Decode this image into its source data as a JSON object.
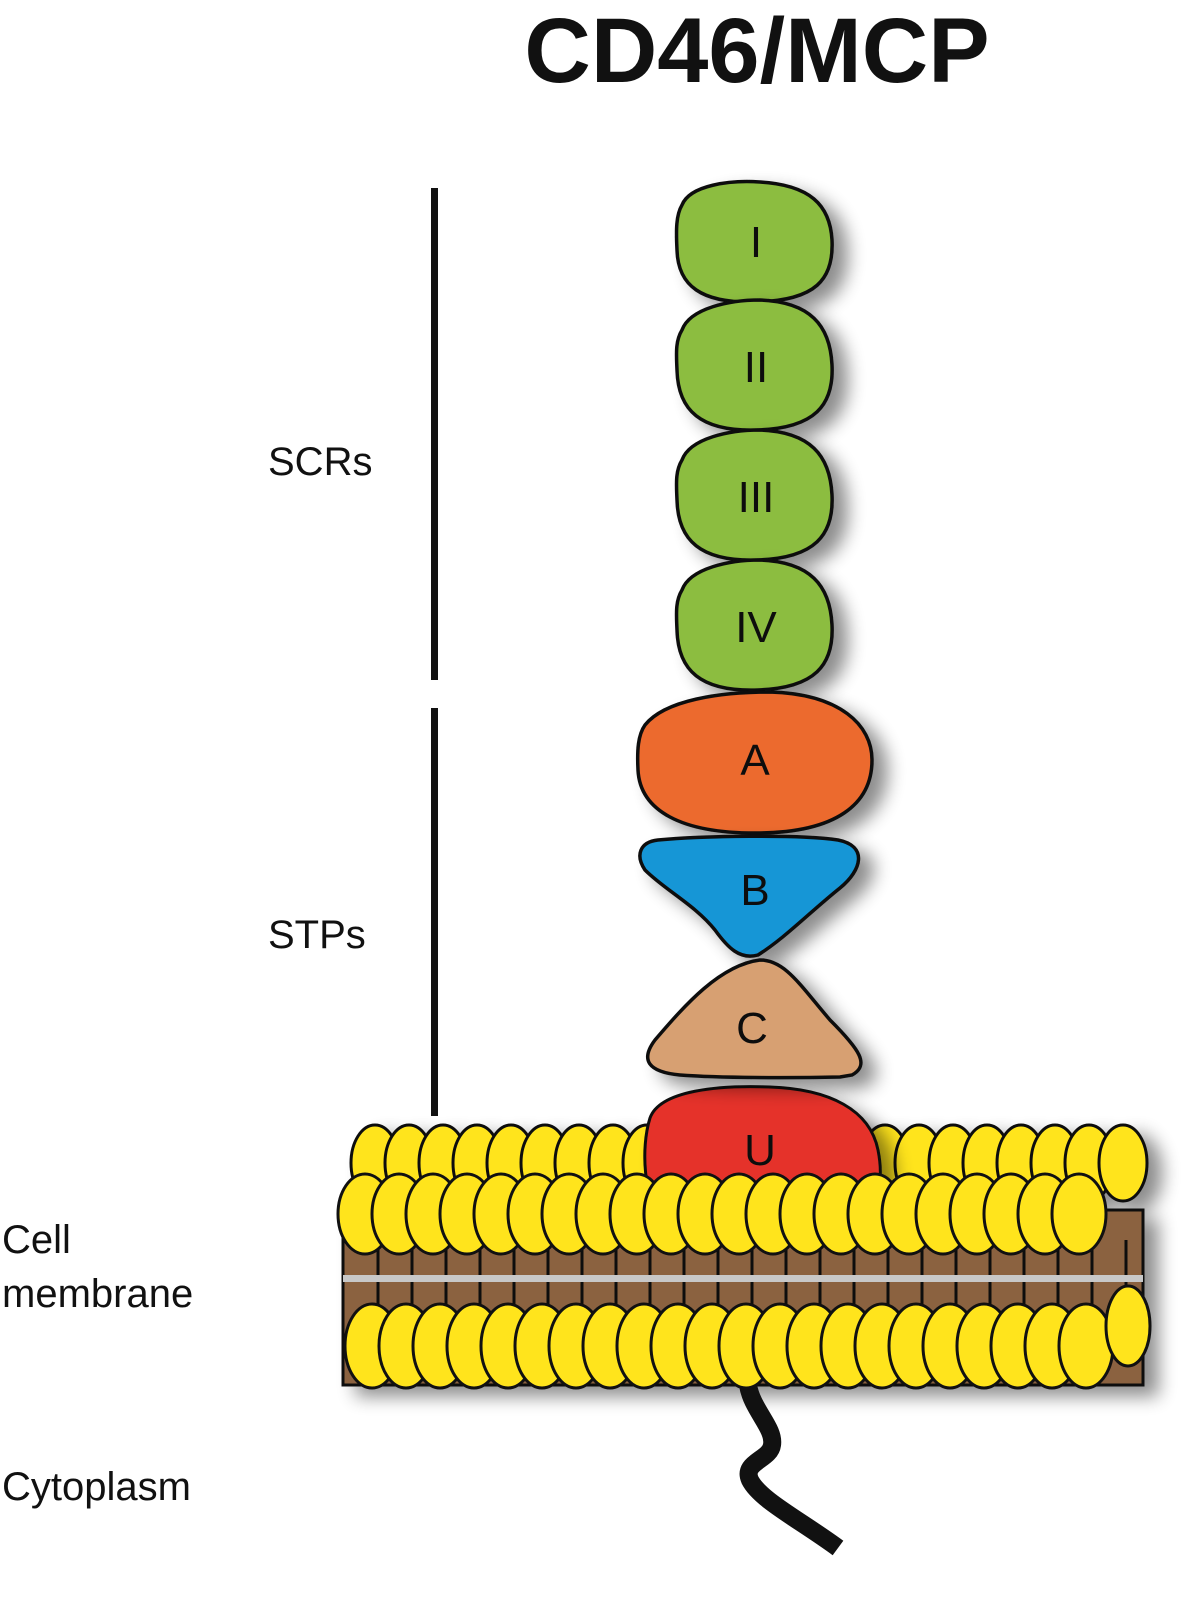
{
  "title": "CD46/MCP",
  "region_labels": {
    "scrs": "SCRs",
    "stps": "STPs",
    "cell_membrane_line1": "Cell",
    "cell_membrane_line2": "membrane",
    "cytoplasm": "Cytoplasm"
  },
  "domains": [
    {
      "id": "scr1",
      "label": "I",
      "group": "SCRs",
      "color": "#8cbd3f"
    },
    {
      "id": "scr2",
      "label": "II",
      "group": "SCRs",
      "color": "#8cbd3f"
    },
    {
      "id": "scr3",
      "label": "III",
      "group": "SCRs",
      "color": "#8cbd3f"
    },
    {
      "id": "scr4",
      "label": "IV",
      "group": "SCRs",
      "color": "#8cbd3f"
    },
    {
      "id": "stpA",
      "label": "A",
      "group": "STPs",
      "color": "#ec6a2f"
    },
    {
      "id": "stpB",
      "label": "B",
      "group": "STPs",
      "color": "#1796d6"
    },
    {
      "id": "stpC",
      "label": "C",
      "group": "STPs",
      "color": "#d7a072"
    },
    {
      "id": "u",
      "label": "U",
      "group": "unknown",
      "color": "#e5332a"
    }
  ],
  "colors": {
    "lipid_head": "#ffe41c",
    "lipid_tail": "#8b6240",
    "bilayer_midline": "#c8c8c8",
    "outline": "#111111",
    "cytoplasmic_tail": "#111111"
  }
}
